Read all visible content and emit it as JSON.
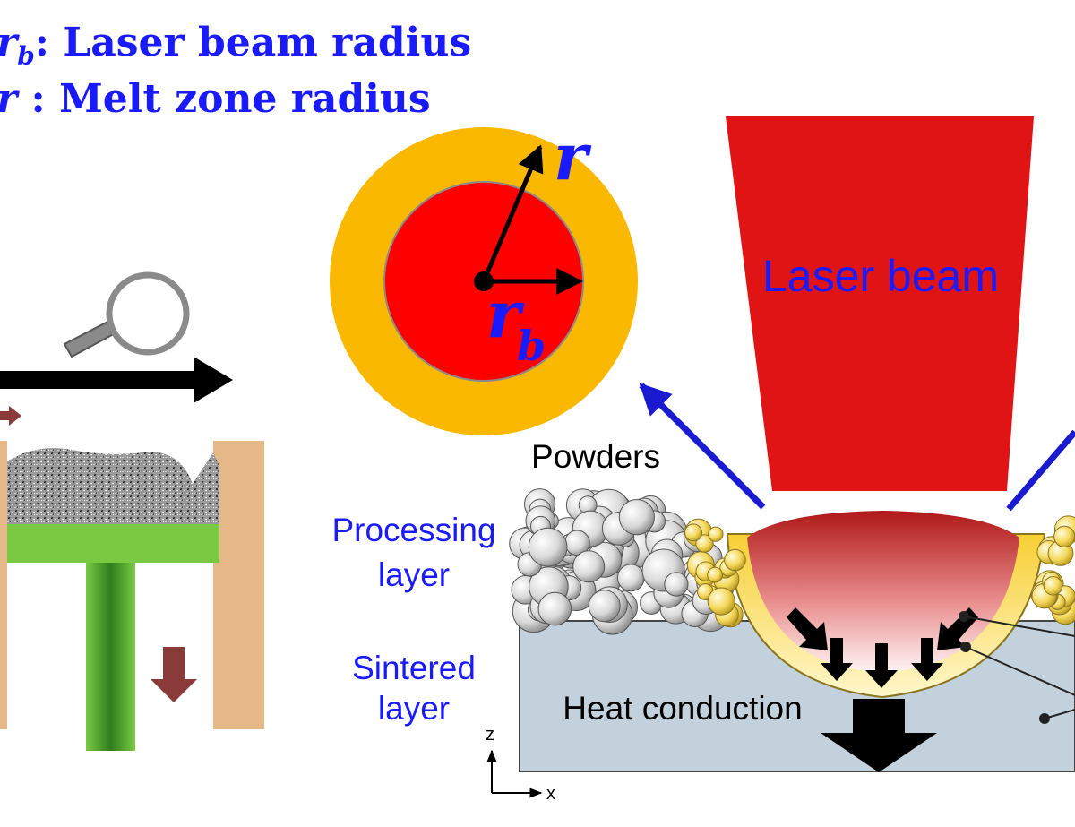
{
  "legend": {
    "line1_symbol": "r",
    "line1_sub": "b",
    "line1_text": ": Laser beam radius",
    "line2_symbol": "r",
    "line2_text": " :  Melt zone radius"
  },
  "circle": {
    "r_label": "r",
    "rb_label": "r",
    "rb_sub": "b"
  },
  "labels": {
    "laser_beam": "Laser beam",
    "powders": "Powders",
    "processing_layer_1": "Processing",
    "processing_layer_2": "layer",
    "sintered_layer_1": "Sintered",
    "sintered_layer_2": "layer",
    "heat_conduction": "Heat conduction",
    "axis_z": "z",
    "axis_x": "x"
  },
  "colors": {
    "label_blue": "#1a1aff",
    "laser_red": "#e01414",
    "melt_red": "#ff0000",
    "melt_zone_yellow": "#fbb800",
    "sintered_gray": "#c3d1dc",
    "bed_green": "#7ac943",
    "wall_tan": "#e6b887",
    "arrow_brown": "#8b3a3a"
  }
}
